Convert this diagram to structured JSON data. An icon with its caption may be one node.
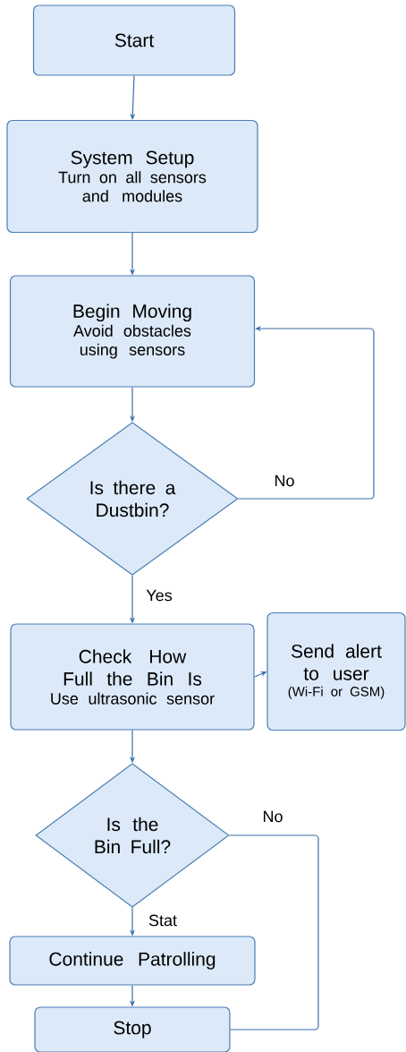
{
  "diagram": {
    "nodes": [
      {
        "text": [
          "Start"
        ]
      },
      {
        "text": [
          "System Setup",
          "Turn on all sensors and modules"
        ]
      },
      {
        "text": [
          "Begin Moving",
          "Avoid obstacles using sensors"
        ]
      },
      {
        "text": [
          "Is there a Dustbin?"
        ]
      },
      {
        "text": [
          "Check How Full the Bin Is",
          "Use ultrasonic sensor"
        ]
      },
      {
        "text": [
          "Send alert to user",
          "(Wi-Fi or GSM)"
        ]
      },
      {
        "text": [
          "Is the Bin Full?"
        ]
      },
      {
        "text": [
          "Continue Patrolling"
        ]
      },
      {
        "text": [
          "Stop"
        ]
      }
    ],
    "edges": [
      {
        "from": 0,
        "to": 1,
        "arrow": "to"
      },
      {
        "from": 1,
        "to": 2,
        "arrow": "to"
      },
      {
        "from": 2,
        "to": 3,
        "arrow": "to"
      },
      {
        "from": 3,
        "to": 2,
        "arrow": "to",
        "label": "No"
      },
      {
        "from": 3,
        "to": 4,
        "arrow": "to",
        "label": "Yes"
      },
      {
        "from": 4,
        "to": 5,
        "arrow": "to"
      },
      {
        "from": 4,
        "to": 6,
        "arrow": "to"
      },
      {
        "from": 6,
        "to": 7,
        "arrow": "to",
        "label": "Stat"
      },
      {
        "from": 7,
        "to": 8,
        "arrow": "to"
      },
      {
        "from": 6,
        "to": 8,
        "arrow": "none",
        "label": "No"
      }
    ]
  }
}
